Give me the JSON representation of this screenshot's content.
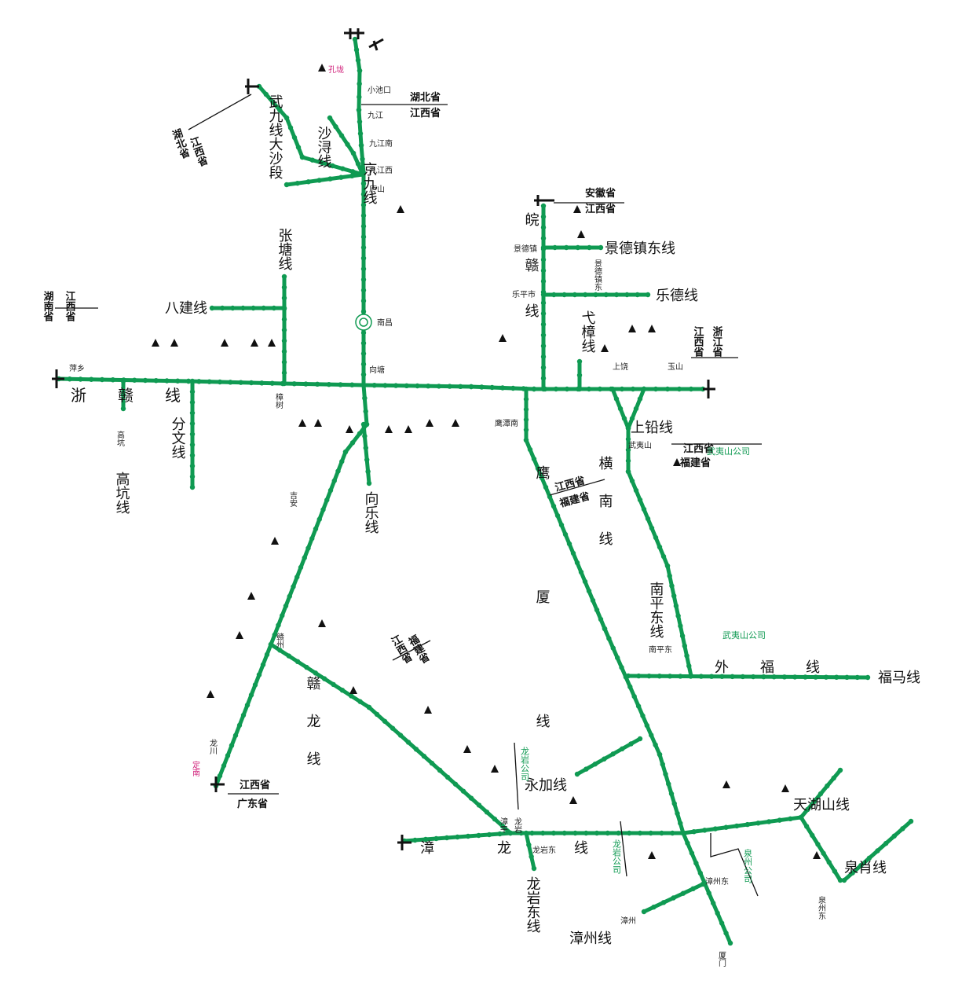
{
  "line_labels": {
    "jingjiu": "京九线",
    "wujiu_dasha": "武九线大沙段",
    "shaxun": "沙浔线",
    "zhangtang": "张塘线",
    "bajian": "八建线",
    "gaokeng": "高坑线",
    "fenwen": "分文线",
    "zhegan": "浙赣线",
    "wangan": "皖赣线",
    "jingdezhen_east": "景德镇东线",
    "leda": "乐德线",
    "yizhang": "弋樟线",
    "shangyan": "上铅线",
    "hengnan": "横南线",
    "nanping_east": "南平东线",
    "yingxia": "鹰厦线",
    "waifu": "外福线",
    "fuma": "福马线",
    "xiangle": "向乐线",
    "ganlong": "赣龙线",
    "zhanglong": "漳龙线",
    "longyan_east": "龙岩东线",
    "yongjia": "永加线",
    "zhangzhou": "漳州线",
    "quanxiao": "泉肖线",
    "tianhu": "天湖山线"
  },
  "provinces": {
    "hubei_jiangxi_1": [
      "湖北省",
      "江西省"
    ],
    "hubei_jiangxi_2": [
      "湖北省",
      "江西省"
    ],
    "anhui_jiangxi": [
      "安徽省",
      "江西省"
    ],
    "hunan_jiangxi": [
      "湖南省",
      "江西省"
    ],
    "jiangxi_zhejiang": [
      "江西省",
      "浙江省"
    ],
    "jiangxi_fujian_1": [
      "江西省",
      "福建省"
    ],
    "jiangxi_fujian_2": [
      "江西省",
      "福建省"
    ],
    "jiangxi_fujian_3": [
      "江西省",
      "福建省"
    ],
    "jiangxi_guangdong": [
      "江西省",
      "广东省"
    ]
  },
  "companies": {
    "wuyishan_1": "武夷山公司",
    "wuyishan_2": "武夷山公司",
    "longyan_1": "龙岩公司",
    "longyan_2": "龙岩公司",
    "quanzhou": "泉州公司"
  },
  "stations": {
    "kongji": "孔垅",
    "xiaochikou": "小池口",
    "jiujiang": "九江",
    "jiujiang_south": "九江南",
    "jiujiang_west": "九江西",
    "lushan": "庐山",
    "nanchang": "南昌",
    "xiangtang": "向塘",
    "jingdezhen": "景德镇",
    "jingdezhen_east": "景德镇东",
    "leping": "乐平市",
    "yingtan_south": "鹰潭南",
    "nanping_east": "南平东",
    "longyan_east": "龙岩东",
    "zhangzhou_east": "漳州东",
    "zhangzhou": "漳州",
    "quanzhou_east": "泉州东",
    "xiamen": "厦门",
    "pingxiang": "萍乡",
    "gaokeng": "高坑",
    "zhangshu": "樟树",
    "wuyishan": "武夷山",
    "shangrao": "上饶",
    "yushan": "玉山",
    "dingnan": "定南",
    "longchuan": "龙川",
    "ganzhou": "赣州",
    "jian": "吉安",
    "zhangping": "漳平",
    "longyan": "龙岩"
  },
  "legend_icon": "station-tree-icon",
  "colors": {
    "line": "#0f9a52",
    "border": "#111111",
    "company": "#0f9a52",
    "highlight": "#d0207a"
  }
}
